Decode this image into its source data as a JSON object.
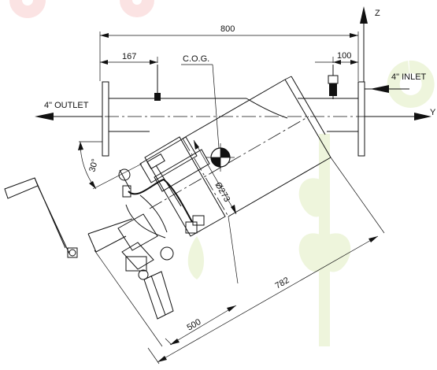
{
  "drawing": {
    "dimensions": {
      "overall_length": "800",
      "cog_offset": "167",
      "inlet_offset": "100",
      "angle": "30°",
      "diameter": "Ø273",
      "body_length": "782",
      "depth": "500"
    },
    "labels": {
      "cog": "C.O.G.",
      "outlet": "4\" OUTLET",
      "inlet": "4\" INLET"
    },
    "axes": {
      "z": "Z",
      "y": "Y"
    },
    "colors": {
      "line": "#111111",
      "watermark_red": "#fbe3e3",
      "watermark_green": "#eef5dc"
    }
  }
}
